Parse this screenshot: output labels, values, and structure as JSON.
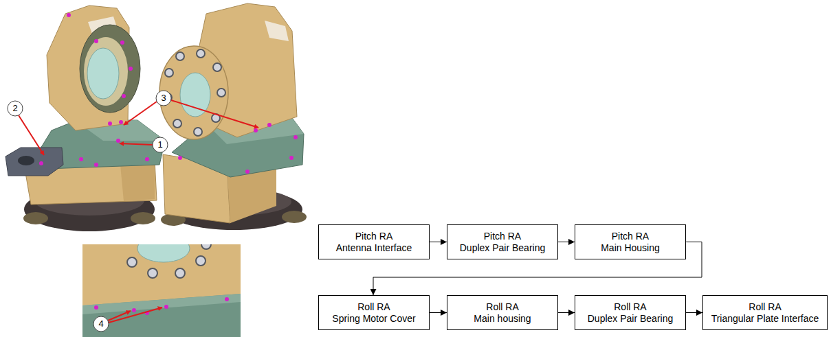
{
  "diagram": {
    "nodes": [
      {
        "text": [
          "Pitch RA Antenna Interface"
        ]
      },
      {
        "text": [
          "Pitch RA Duplex Pair Bearing"
        ]
      },
      {
        "text": [
          "Pitch RA Main Housing"
        ]
      },
      {
        "text": [
          "Roll RA Spring Motor Cover"
        ]
      },
      {
        "text": [
          "Roll RA Main housing"
        ]
      },
      {
        "text": [
          "Roll RA Duplex Pair Bearing"
        ]
      },
      {
        "text": [
          "Roll RA Triangular Plate Interface"
        ]
      }
    ],
    "edges": [
      {
        "from": 0,
        "to": 1,
        "arrow": "to"
      },
      {
        "from": 1,
        "to": 2,
        "arrow": "to"
      },
      {
        "from": 2,
        "to": 3,
        "arrow": "to"
      },
      {
        "from": 3,
        "to": 4,
        "arrow": "to"
      },
      {
        "from": 4,
        "to": 5,
        "arrow": "to"
      },
      {
        "from": 5,
        "to": 6,
        "arrow": "to"
      }
    ],
    "labels": [
      "2",
      "3",
      "1",
      "4"
    ]
  }
}
